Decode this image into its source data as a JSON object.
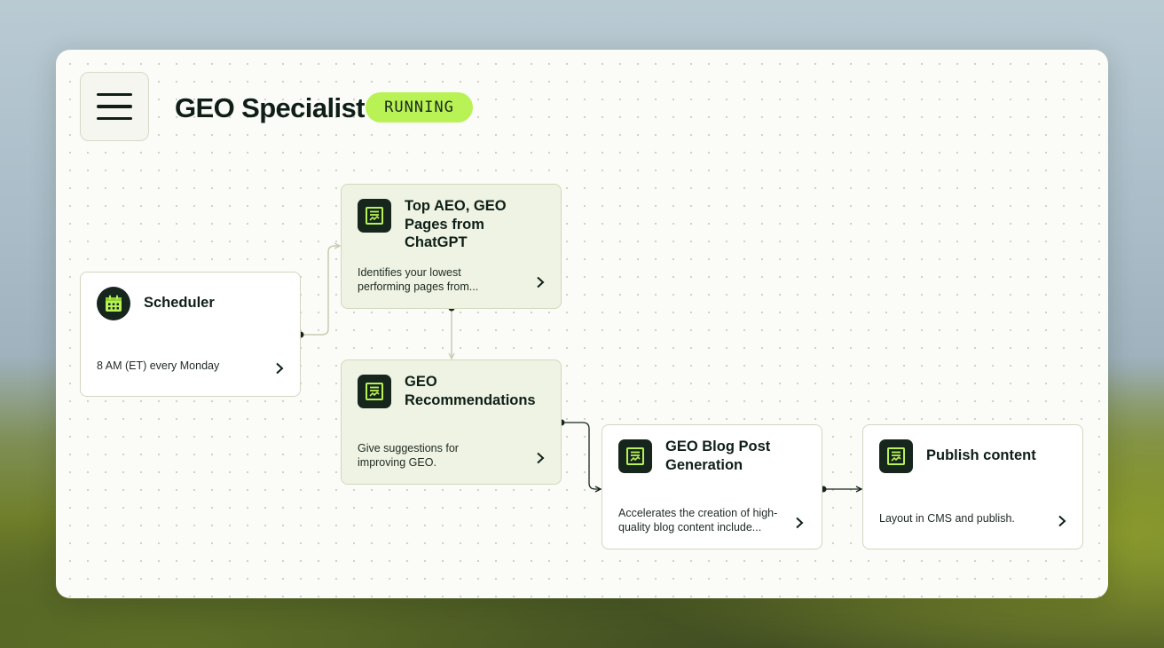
{
  "header": {
    "title": "GEO Specialist",
    "status": "RUNNING",
    "menu_icon": "hamburger-menu-icon"
  },
  "colors": {
    "status_badge": "#b8f255",
    "icon_bg": "#16261d",
    "icon_accent": "#b8f255",
    "node_active_bg": "#eef3e3"
  },
  "nodes": [
    {
      "id": "scheduler",
      "title": "Scheduler",
      "description": "8 AM (ET) every Monday",
      "icon": "calendar-icon"
    },
    {
      "id": "top-pages",
      "title": "Top AEO, GEO Pages from ChatGPT",
      "description": "Identifies your lowest performing pages from...",
      "icon": "document-chart-icon"
    },
    {
      "id": "geo-recs",
      "title": "GEO Recommendations",
      "description": "Give suggestions for improving GEO.",
      "icon": "document-chart-icon"
    },
    {
      "id": "blog-gen",
      "title": "GEO Blog Post Generation",
      "description": "Accelerates the creation of high-quality blog content include...",
      "icon": "document-chart-icon"
    },
    {
      "id": "publish",
      "title": "Publish content",
      "description": "Layout in CMS and publish.",
      "icon": "document-chart-icon"
    }
  ]
}
